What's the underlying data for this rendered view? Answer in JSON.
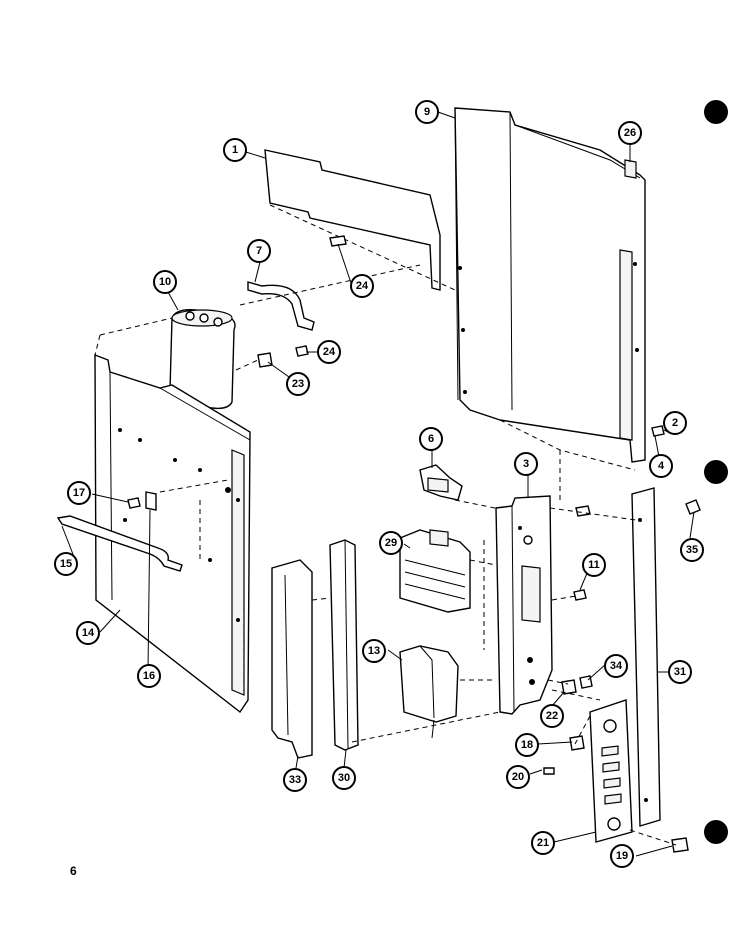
{
  "page_number": "6",
  "callouts": {
    "c1": "1",
    "c2": "2",
    "c3": "3",
    "c4": "4",
    "c6": "6",
    "c7": "7",
    "c9": "9",
    "c10": "10",
    "c11": "11",
    "c13": "13",
    "c14": "14",
    "c15": "15",
    "c16": "16",
    "c17": "17",
    "c18": "18",
    "c19": "19",
    "c20": "20",
    "c21": "21",
    "c22": "22",
    "c23": "23",
    "c24a": "24",
    "c24b": "24",
    "c26": "26",
    "c29": "29",
    "c30": "30",
    "c31": "31",
    "c33": "33",
    "c34": "34",
    "c35": "35"
  },
  "colors": {
    "line": "#000000",
    "background": "#ffffff"
  }
}
